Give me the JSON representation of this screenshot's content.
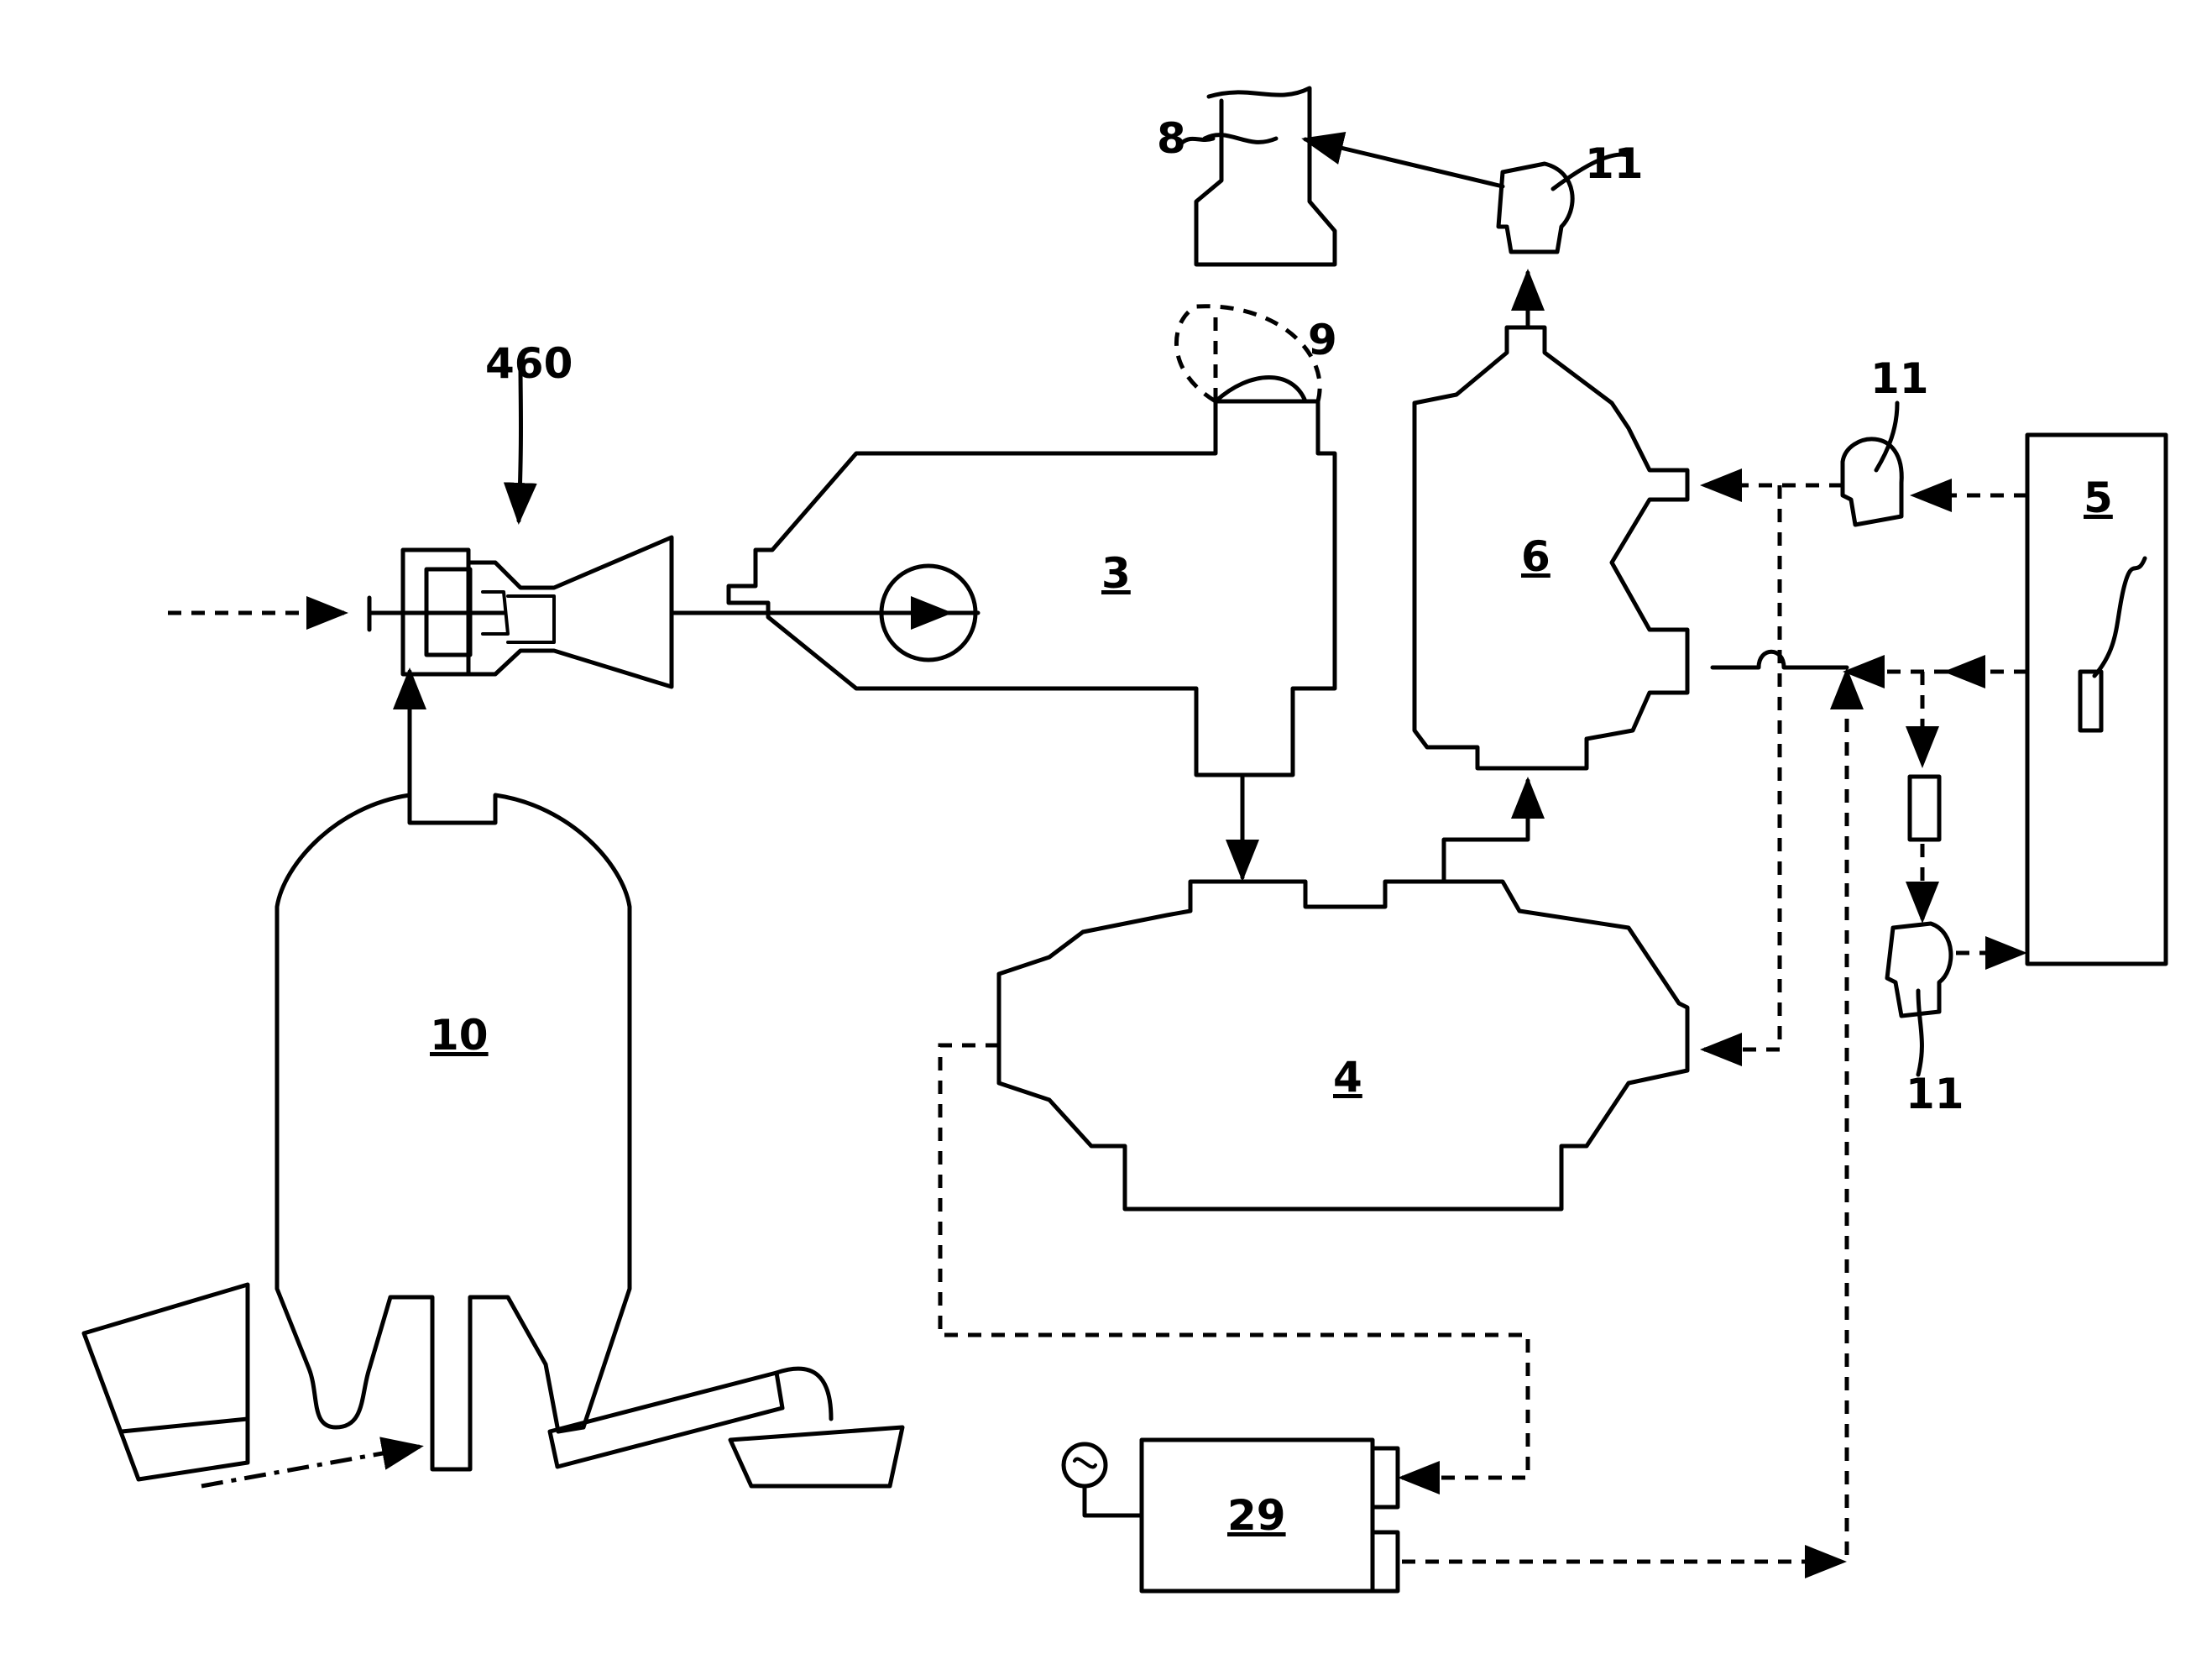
{
  "labels": {
    "eight": "8",
    "nine": "9",
    "three": "3",
    "four": "4",
    "five": "5",
    "six": "6",
    "ten": "10",
    "twentynine": "29",
    "eleven_top": "11",
    "eleven_mid": "11",
    "eleven_bottom": "11",
    "fourhundredsixty": "460"
  }
}
